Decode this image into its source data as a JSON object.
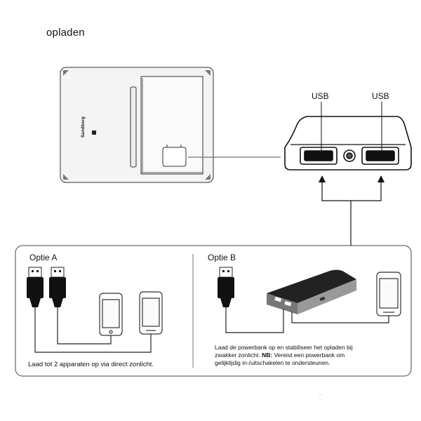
{
  "title": "opladen",
  "brand": "Sandberg",
  "usb_labels": [
    "USB",
    "USB"
  ],
  "option_a": {
    "label": "Optie A",
    "caption": "Laad tot 2 apparaten op via direct zonlicht."
  },
  "option_b": {
    "label": "Optie B",
    "caption_line1": "Laad de powerbank op en stabiliseer het opladen bij",
    "caption_line2_prefix": "zwakker zonlicht. ",
    "caption_note_label": "NB:",
    "caption_line2_suffix": " Vereist een powerbank om",
    "caption_line3": "gelijktijdig in-/uitschakelen te ondersteunen."
  },
  "footer_mark": "."
}
